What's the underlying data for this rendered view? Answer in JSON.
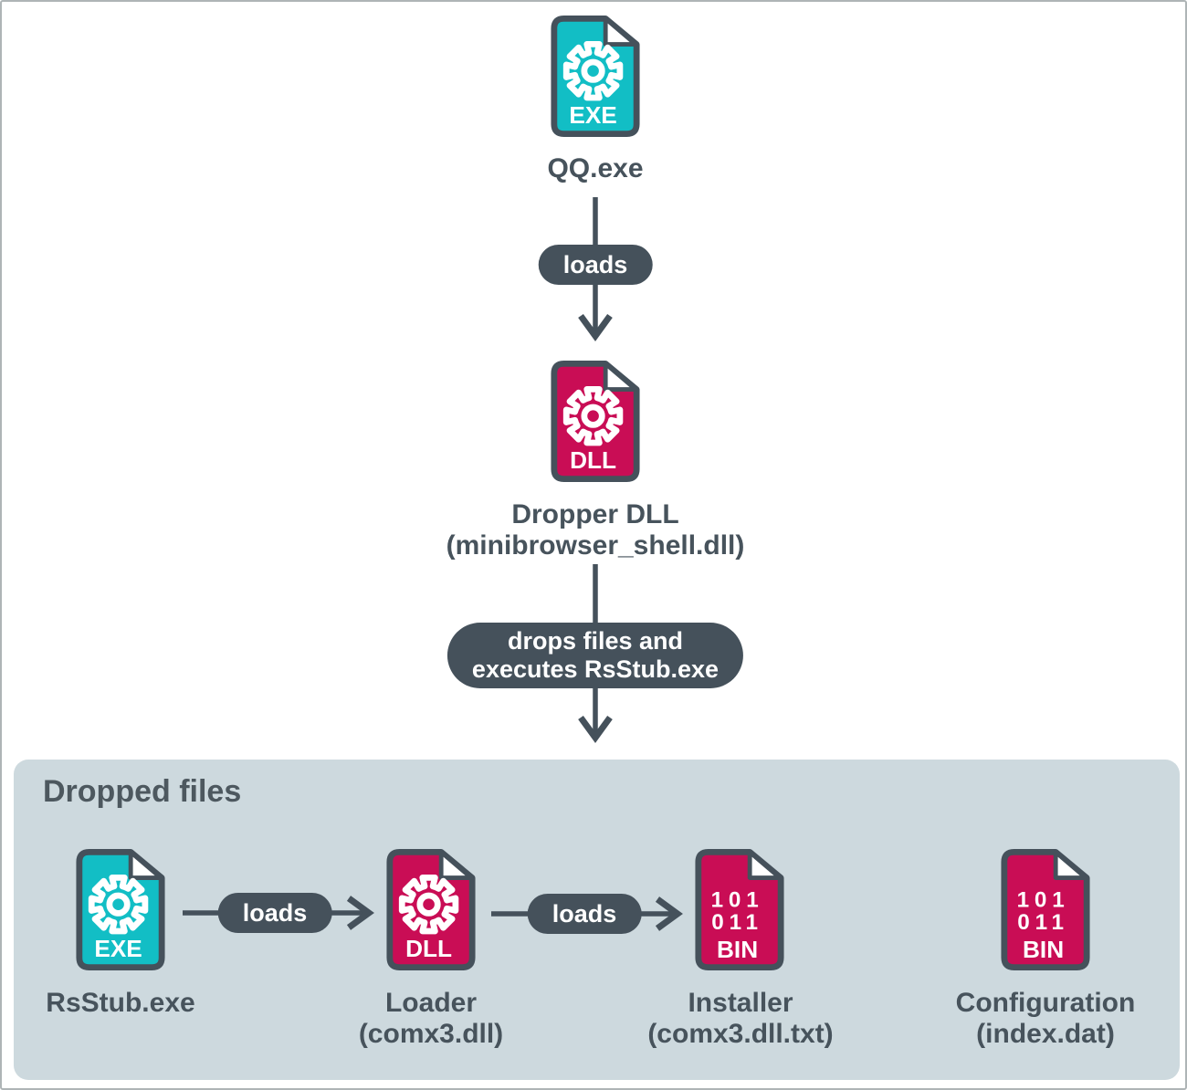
{
  "group": {
    "title": "Dropped files"
  },
  "nodes": {
    "qq": {
      "label": "QQ.exe",
      "badge": "EXE"
    },
    "dropper": {
      "label": "Dropper DLL",
      "sublabel": "(minibrowser_shell.dll)",
      "badge": "DLL"
    },
    "rsstub": {
      "label": "RsStub.exe",
      "badge": "EXE"
    },
    "loader": {
      "label": "Loader",
      "sublabel": "(comx3.dll)",
      "badge": "DLL"
    },
    "installer": {
      "label": "Installer",
      "sublabel": "(comx3.dll.txt)",
      "badge": "BIN",
      "bin_line1": "101",
      "bin_line2": "011"
    },
    "config": {
      "label": "Configuration",
      "sublabel": "(index.dat)",
      "badge": "BIN",
      "bin_line1": "101",
      "bin_line2": "011"
    }
  },
  "edges": {
    "loads_top": "loads",
    "drops_line1": "drops files and",
    "drops_line2": "executes RsStub.exe",
    "loads_mid": "loads",
    "loads_right": "loads"
  },
  "colors": {
    "exe_fill": "#12bec5",
    "dll_fill": "#c90d55",
    "bin_fill": "#c90d55",
    "outline": "#45515b",
    "pill_bg": "#45515b",
    "label_text": "#47535c",
    "box_bg": "#cdd9de"
  }
}
